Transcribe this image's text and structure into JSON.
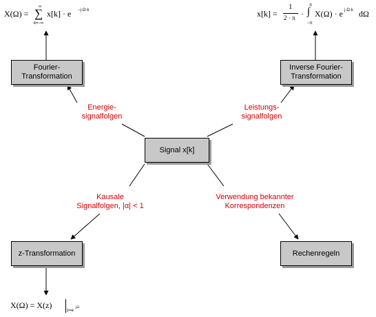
{
  "boxes": {
    "fourier": {
      "line1": "Fourier-",
      "line2": "Transformation"
    },
    "inverse_fourier": {
      "line1": "Inverse Fourier-",
      "line2": "Transformation"
    },
    "signal": {
      "label": "Signal x[k]"
    },
    "z_transform": {
      "label": "z-Transformation"
    },
    "rechenregeln": {
      "label": "Rechenregeln"
    }
  },
  "edge_labels": {
    "energy": {
      "line1": "Energie-",
      "line2": "signalfolgen"
    },
    "power": {
      "line1": "Leistungs-",
      "line2": "signalfolgen"
    },
    "causal": {
      "line1": "Kausale",
      "line2": "Signalfolgen, |α| < 1"
    },
    "known": {
      "line1": "Verwendung bekannter",
      "line2": "Korrespondenzen"
    }
  },
  "formulas": {
    "fourier": {
      "lhs": "X(Ω) =",
      "sum_top": "∞",
      "sum": "∑",
      "sum_bottom": "k=−∞",
      "body": "x[k] · e",
      "exp": "−j·Ω·k"
    },
    "inverse": {
      "lhs": "x[k] =",
      "num": "1",
      "den": "2 · π",
      "dot": "·",
      "int_top": "π",
      "int": "∫",
      "int_bottom": "−π",
      "body": "X(Ω) · e",
      "exp": "j·Ω·k",
      "tail": "dΩ"
    },
    "z": {
      "lhs": "X(Ω) = X(z)",
      "sub": "z=e",
      "sub_exp": "jΩ"
    }
  },
  "colors": {
    "box_fill": "#c8c8c8",
    "label_red": "#d40000"
  }
}
